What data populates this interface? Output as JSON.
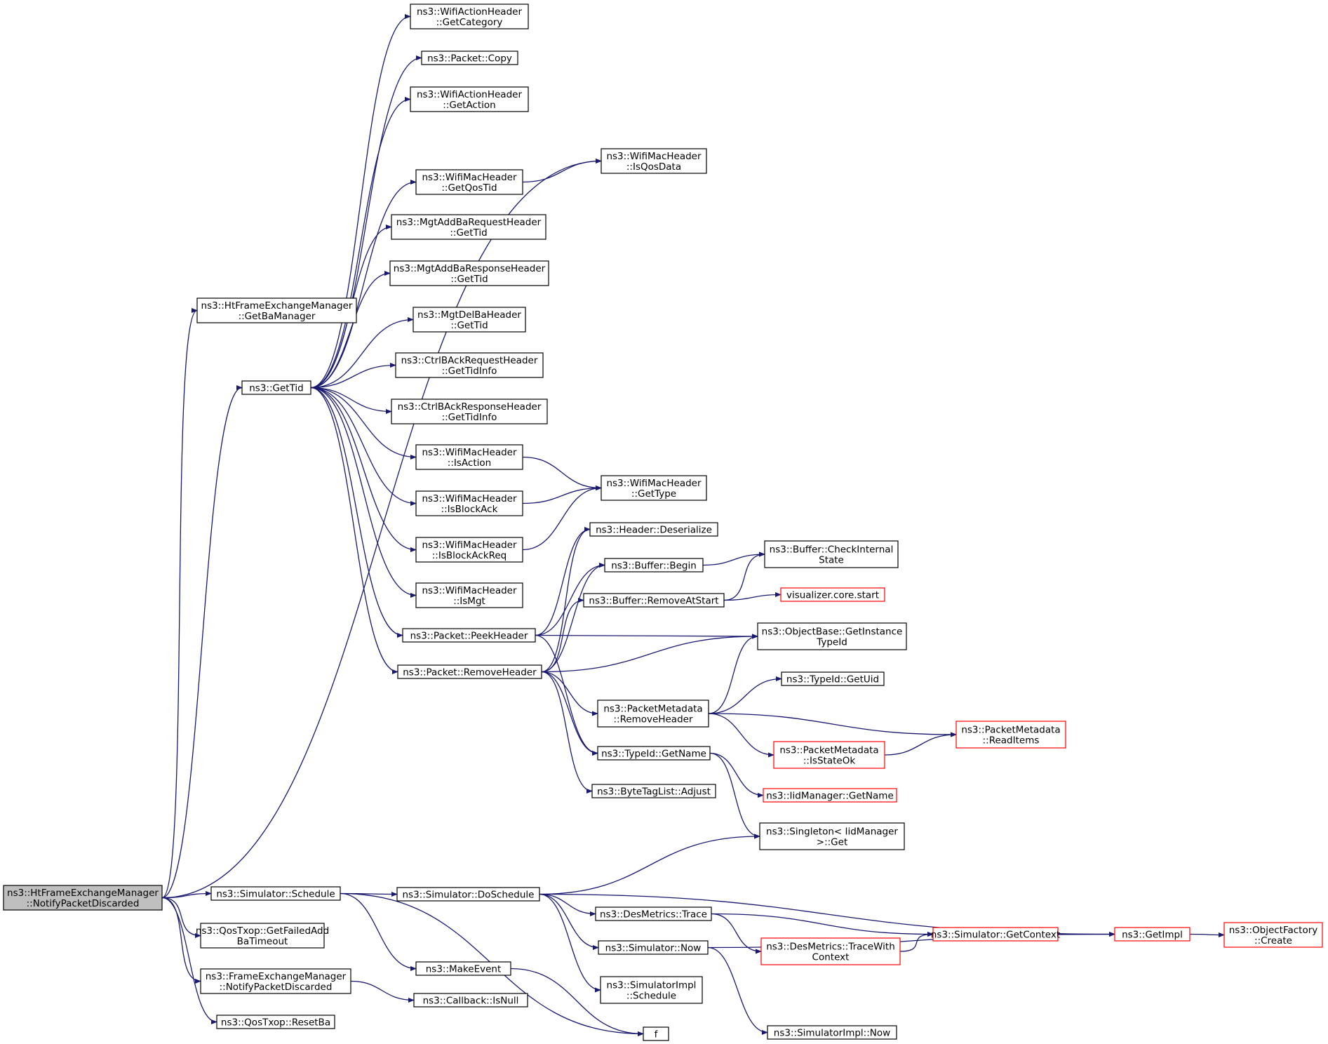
{
  "nodes": [
    {
      "id": "root",
      "lines": [
        "ns3::HtFrameExchangeManager",
        "::NotifyPacketDiscarded"
      ],
      "style": "root"
    },
    {
      "id": "getBaManager",
      "lines": [
        "ns3::HtFrameExchangeManager",
        "::GetBaManager"
      ],
      "style": "normal"
    },
    {
      "id": "getTid",
      "lines": [
        "ns3::GetTid"
      ],
      "style": "normal"
    },
    {
      "id": "simSchedule",
      "lines": [
        "ns3::Simulator::Schedule"
      ],
      "style": "normal"
    },
    {
      "id": "getFailedAdd",
      "lines": [
        "ns3::QosTxop::GetFailedAdd",
        "BaTimeout"
      ],
      "style": "normal"
    },
    {
      "id": "femNotify",
      "lines": [
        "ns3::FrameExchangeManager",
        "::NotifyPacketDiscarded"
      ],
      "style": "normal"
    },
    {
      "id": "resetBa",
      "lines": [
        "ns3::QosTxop::ResetBa"
      ],
      "style": "normal"
    },
    {
      "id": "getCategory",
      "lines": [
        "ns3::WifiActionHeader",
        "::GetCategory"
      ],
      "style": "normal"
    },
    {
      "id": "packetCopy",
      "lines": [
        "ns3::Packet::Copy"
      ],
      "style": "normal"
    },
    {
      "id": "getAction",
      "lines": [
        "ns3::WifiActionHeader",
        "::GetAction"
      ],
      "style": "normal"
    },
    {
      "id": "getQosTid",
      "lines": [
        "ns3::WifiMacHeader",
        "::GetQosTid"
      ],
      "style": "normal"
    },
    {
      "id": "isQosData",
      "lines": [
        "ns3::WifiMacHeader",
        "::IsQosData"
      ],
      "style": "normal"
    },
    {
      "id": "addBaReq",
      "lines": [
        "ns3::MgtAddBaRequestHeader",
        "::GetTid"
      ],
      "style": "normal"
    },
    {
      "id": "addBaResp",
      "lines": [
        "ns3::MgtAddBaResponseHeader",
        "::GetTid"
      ],
      "style": "normal"
    },
    {
      "id": "delBa",
      "lines": [
        "ns3::MgtDelBaHeader",
        "::GetTid"
      ],
      "style": "normal"
    },
    {
      "id": "ctrlReq",
      "lines": [
        "ns3::CtrlBAckRequestHeader",
        "::GetTidInfo"
      ],
      "style": "normal"
    },
    {
      "id": "ctrlResp",
      "lines": [
        "ns3::CtrlBAckResponseHeader",
        "::GetTidInfo"
      ],
      "style": "normal"
    },
    {
      "id": "isAction",
      "lines": [
        "ns3::WifiMacHeader",
        "::IsAction"
      ],
      "style": "normal"
    },
    {
      "id": "isBlockAck",
      "lines": [
        "ns3::WifiMacHeader",
        "::IsBlockAck"
      ],
      "style": "normal"
    },
    {
      "id": "isBlockAckReq",
      "lines": [
        "ns3::WifiMacHeader",
        "::IsBlockAckReq"
      ],
      "style": "normal"
    },
    {
      "id": "isMgt",
      "lines": [
        "ns3::WifiMacHeader",
        "::IsMgt"
      ],
      "style": "normal"
    },
    {
      "id": "getType",
      "lines": [
        "ns3::WifiMacHeader",
        "::GetType"
      ],
      "style": "normal"
    },
    {
      "id": "peekHeader",
      "lines": [
        "ns3::Packet::PeekHeader"
      ],
      "style": "normal"
    },
    {
      "id": "removeHeader",
      "lines": [
        "ns3::Packet::RemoveHeader"
      ],
      "style": "normal"
    },
    {
      "id": "deserialize",
      "lines": [
        "ns3::Header::Deserialize"
      ],
      "style": "normal"
    },
    {
      "id": "bufBegin",
      "lines": [
        "ns3::Buffer::Begin"
      ],
      "style": "normal"
    },
    {
      "id": "bufRemove",
      "lines": [
        "ns3::Buffer::RemoveAtStart"
      ],
      "style": "normal"
    },
    {
      "id": "checkInternal",
      "lines": [
        "ns3::Buffer::CheckInternal",
        "State"
      ],
      "style": "normal"
    },
    {
      "id": "vizStart",
      "lines": [
        "visualizer.core.start"
      ],
      "style": "red"
    },
    {
      "id": "getInstTypeId",
      "lines": [
        "ns3::ObjectBase::GetInstance",
        "TypeId"
      ],
      "style": "normal"
    },
    {
      "id": "getUid",
      "lines": [
        "ns3::TypeId::GetUid"
      ],
      "style": "normal"
    },
    {
      "id": "pmRemove",
      "lines": [
        "ns3::PacketMetadata",
        "::RemoveHeader"
      ],
      "style": "normal"
    },
    {
      "id": "readItems",
      "lines": [
        "ns3::PacketMetadata",
        "::ReadItems"
      ],
      "style": "red"
    },
    {
      "id": "isStateOk",
      "lines": [
        "ns3::PacketMetadata",
        "::IsStateOk"
      ],
      "style": "red"
    },
    {
      "id": "typeIdGetName",
      "lines": [
        "ns3::TypeId::GetName"
      ],
      "style": "normal"
    },
    {
      "id": "iidGetName",
      "lines": [
        "ns3::IidManager::GetName"
      ],
      "style": "red"
    },
    {
      "id": "adjust",
      "lines": [
        "ns3::ByteTagList::Adjust"
      ],
      "style": "normal"
    },
    {
      "id": "singleton",
      "lines": [
        "ns3::Singleton< IidManager",
        ">::Get"
      ],
      "style": "normal"
    },
    {
      "id": "doSchedule",
      "lines": [
        "ns3::Simulator::DoSchedule"
      ],
      "style": "normal"
    },
    {
      "id": "desTrace",
      "lines": [
        "ns3::DesMetrics::Trace"
      ],
      "style": "normal"
    },
    {
      "id": "desTraceWith",
      "lines": [
        "ns3::DesMetrics::TraceWith",
        "Context"
      ],
      "style": "red"
    },
    {
      "id": "getContext",
      "lines": [
        "ns3::Simulator::GetContext"
      ],
      "style": "red"
    },
    {
      "id": "getImpl",
      "lines": [
        "ns3::GetImpl"
      ],
      "style": "red"
    },
    {
      "id": "ofCreate",
      "lines": [
        "ns3::ObjectFactory",
        "::Create"
      ],
      "style": "red"
    },
    {
      "id": "simNow",
      "lines": [
        "ns3::Simulator::Now"
      ],
      "style": "normal"
    },
    {
      "id": "implSchedule",
      "lines": [
        "ns3::SimulatorImpl",
        "::Schedule"
      ],
      "style": "normal"
    },
    {
      "id": "implNow",
      "lines": [
        "ns3::SimulatorImpl::Now"
      ],
      "style": "normal"
    },
    {
      "id": "makeEvent",
      "lines": [
        "ns3::MakeEvent"
      ],
      "style": "normal"
    },
    {
      "id": "cbIsNull",
      "lines": [
        "ns3::Callback::IsNull"
      ],
      "style": "normal"
    },
    {
      "id": "f",
      "lines": [
        "f"
      ],
      "style": "normal"
    }
  ],
  "edges": [
    [
      "root",
      "getBaManager"
    ],
    [
      "root",
      "getTid"
    ],
    [
      "root",
      "simSchedule"
    ],
    [
      "root",
      "getFailedAdd"
    ],
    [
      "root",
      "femNotify"
    ],
    [
      "root",
      "resetBa"
    ],
    [
      "root",
      "isQosData"
    ],
    [
      "getTid",
      "getCategory"
    ],
    [
      "getTid",
      "packetCopy"
    ],
    [
      "getTid",
      "getAction"
    ],
    [
      "getTid",
      "getQosTid"
    ],
    [
      "getTid",
      "addBaReq"
    ],
    [
      "getTid",
      "addBaResp"
    ],
    [
      "getTid",
      "delBa"
    ],
    [
      "getTid",
      "ctrlReq"
    ],
    [
      "getTid",
      "ctrlResp"
    ],
    [
      "getTid",
      "isAction"
    ],
    [
      "getTid",
      "isBlockAck"
    ],
    [
      "getTid",
      "isBlockAckReq"
    ],
    [
      "getTid",
      "isMgt"
    ],
    [
      "getTid",
      "peekHeader"
    ],
    [
      "getTid",
      "removeHeader"
    ],
    [
      "getQosTid",
      "isQosData"
    ],
    [
      "isAction",
      "getType"
    ],
    [
      "isBlockAck",
      "getType"
    ],
    [
      "isBlockAckReq",
      "getType"
    ],
    [
      "peekHeader",
      "deserialize"
    ],
    [
      "peekHeader",
      "bufBegin"
    ],
    [
      "peekHeader",
      "getInstTypeId"
    ],
    [
      "peekHeader",
      "typeIdGetName"
    ],
    [
      "removeHeader",
      "deserialize"
    ],
    [
      "removeHeader",
      "bufBegin"
    ],
    [
      "removeHeader",
      "bufRemove"
    ],
    [
      "removeHeader",
      "getInstTypeId"
    ],
    [
      "removeHeader",
      "pmRemove"
    ],
    [
      "removeHeader",
      "typeIdGetName"
    ],
    [
      "removeHeader",
      "adjust"
    ],
    [
      "bufBegin",
      "checkInternal"
    ],
    [
      "bufRemove",
      "checkInternal"
    ],
    [
      "bufRemove",
      "vizStart"
    ],
    [
      "pmRemove",
      "getInstTypeId"
    ],
    [
      "pmRemove",
      "getUid"
    ],
    [
      "pmRemove",
      "readItems"
    ],
    [
      "pmRemove",
      "isStateOk"
    ],
    [
      "isStateOk",
      "readItems"
    ],
    [
      "typeIdGetName",
      "iidGetName"
    ],
    [
      "typeIdGetName",
      "singleton"
    ],
    [
      "simSchedule",
      "doSchedule"
    ],
    [
      "simSchedule",
      "makeEvent"
    ],
    [
      "simSchedule",
      "f"
    ],
    [
      "doSchedule",
      "singleton"
    ],
    [
      "doSchedule",
      "getImpl"
    ],
    [
      "doSchedule",
      "desTrace"
    ],
    [
      "doSchedule",
      "simNow"
    ],
    [
      "doSchedule",
      "implSchedule"
    ],
    [
      "desTrace",
      "getContext"
    ],
    [
      "desTrace",
      "desTraceWith"
    ],
    [
      "desTraceWith",
      "getContext"
    ],
    [
      "getContext",
      "getImpl"
    ],
    [
      "getImpl",
      "ofCreate"
    ],
    [
      "simNow",
      "getImpl"
    ],
    [
      "simNow",
      "implNow"
    ],
    [
      "makeEvent",
      "f"
    ],
    [
      "femNotify",
      "cbIsNull"
    ]
  ],
  "colors": {
    "edge": "#191970",
    "root_fill": "#bfbfbf",
    "red_border": "#ff0000"
  }
}
